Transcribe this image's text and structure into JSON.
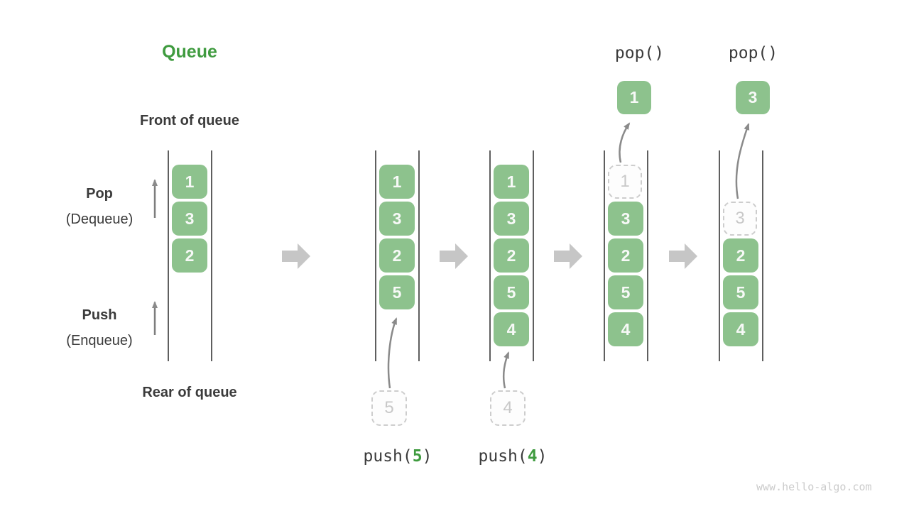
{
  "page": {
    "title": "Queue",
    "watermark": "www.hello-algo.com"
  },
  "labels": {
    "front_of_queue": "Front of queue",
    "rear_of_queue": "Rear of queue",
    "pop": "Pop",
    "pop_alias": "(Dequeue)",
    "push": "Push",
    "push_alias": "(Enqueue)"
  },
  "colors": {
    "accent_green": "#3f9b3f",
    "cell_green": "#8dc28d",
    "cell_text": "#f7f9f7",
    "ghost_border": "#cdcdcd",
    "ghost_text": "#c8c8c8",
    "queue_wall": "#5f5f5f",
    "thin_arrow": "#8a8a8a",
    "flow_arrow": "#c6c6c6",
    "dark_text": "#3b3b3b",
    "watermark": "#cbcbcb"
  },
  "columns": [
    {
      "name": "state-initial",
      "cells": [
        {
          "value": "1"
        },
        {
          "value": "3"
        },
        {
          "value": "2"
        }
      ]
    },
    {
      "name": "state-after-push-5",
      "cells": [
        {
          "value": "1"
        },
        {
          "value": "3"
        },
        {
          "value": "2"
        },
        {
          "value": "5"
        }
      ],
      "incoming": {
        "value": "5"
      },
      "op": {
        "fn": "push(",
        "arg": "5",
        "close": ")"
      }
    },
    {
      "name": "state-after-push-4",
      "cells": [
        {
          "value": "1"
        },
        {
          "value": "3"
        },
        {
          "value": "2"
        },
        {
          "value": "5"
        },
        {
          "value": "4"
        }
      ],
      "incoming": {
        "value": "4"
      },
      "op": {
        "fn": "push(",
        "arg": "4",
        "close": ")"
      }
    },
    {
      "name": "state-after-pop-1",
      "removed": {
        "value": "1"
      },
      "cells": [
        {
          "value": "3"
        },
        {
          "value": "2"
        },
        {
          "value": "5"
        },
        {
          "value": "4"
        }
      ],
      "popped": {
        "value": "1"
      },
      "op_label": "pop()"
    },
    {
      "name": "state-after-pop-3",
      "removed": {
        "value": "3"
      },
      "cells": [
        {
          "value": "2"
        },
        {
          "value": "5"
        },
        {
          "value": "4"
        }
      ],
      "popped": {
        "value": "3"
      },
      "op_label": "pop()"
    }
  ]
}
